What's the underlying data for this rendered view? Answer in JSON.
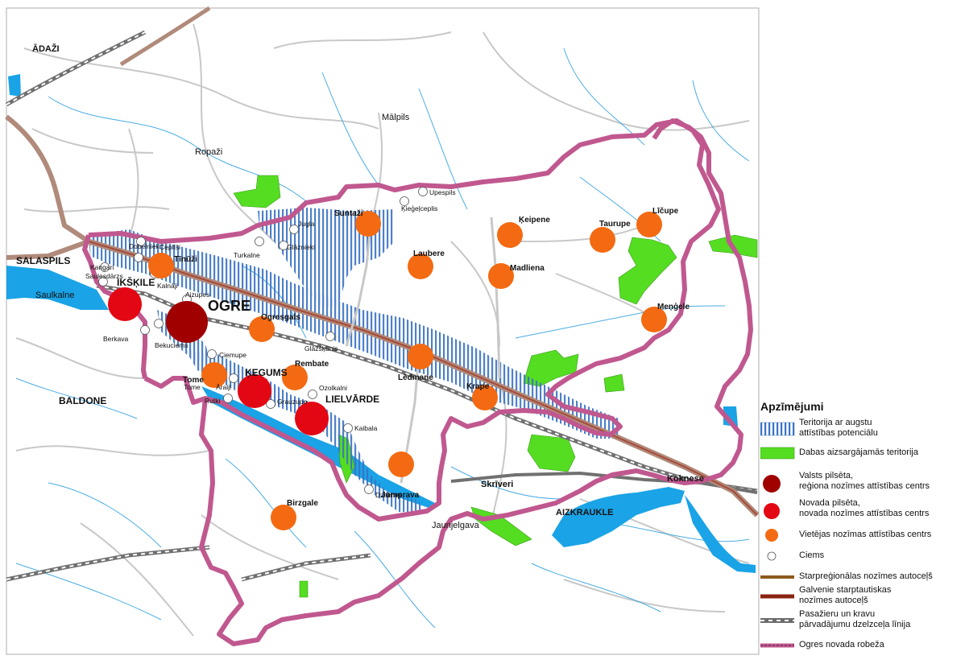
{
  "places_outside": {
    "adazi": "ĀDAŽI",
    "salaspils": "SALASPILS",
    "saulkalne": "Saulkalne",
    "baldone": "BALDONE",
    "ropazi": "Ropaži",
    "malpils": "Mālpils",
    "koknese": "Koknese",
    "aizkraukle": "AIZKRAUKLE",
    "jaunjelgava": "Jaunjelgava",
    "skriveri": "Skrīveri"
  },
  "centres": {
    "state_city": "OGRE",
    "towns": [
      "IKŠĶILE",
      "ĶEGUMS",
      "LIELVĀRDE"
    ],
    "local": [
      "Tīnūži",
      "Suntaži",
      "Ķeipene",
      "Taurupe",
      "Līčupe",
      "Laubere",
      "Madliena",
      "Meņģele",
      "Ogresgals",
      "Lēdmane",
      "Rembate",
      "Krape",
      "Tome",
      "Jumprava",
      "Birzgale"
    ]
  },
  "villages": [
    "Dobelnieki",
    "Ceplīši",
    "Kangari",
    "Kalnāji",
    "Saulesdārzs",
    "Aizupes",
    "Berkava",
    "Bekuciems",
    "Ciemupe",
    "Tome",
    "Rutki",
    "Āraiji",
    "Grauzupe",
    "Ozolkalni",
    "Kaibala",
    "Dzelmes",
    "Glāžšķūnis",
    "Jugla",
    "Turkalne",
    "Glāznieki",
    "Upespils",
    "Ķieģeļceplis"
  ],
  "legend": {
    "title": "Apzīmējumi",
    "items": [
      "Teritorija ar augstu\nattīstības potenciālu",
      "Dabas aizsargājamās teritorija",
      "Valsts pilsēta,\nreģiona nozīmes attīstības centrs",
      "Novada pilsēta,\nnovada nozīmes attīstības centrs",
      "Vietējas nozīmas attīstības centrs",
      "Ciems",
      "Starpreģionālas nozīmes autoceļš",
      "Galvenie starptautiskas\nnozīmes autoceļš",
      "Pasažieru un kravu\npārvadājumu dzelzceļa līnija",
      "Ogres novada robeža"
    ]
  },
  "colors": {
    "state_city": "#a00000",
    "town": "#e30613",
    "local_centre": "#f36a12",
    "village": "#ffffff",
    "protected": "#55dd22",
    "water": "#1aa3e6",
    "boundary": "#c0588f",
    "main_road": "#b08a7a",
    "railway": "#707070",
    "hatch": "#3a73c4"
  }
}
